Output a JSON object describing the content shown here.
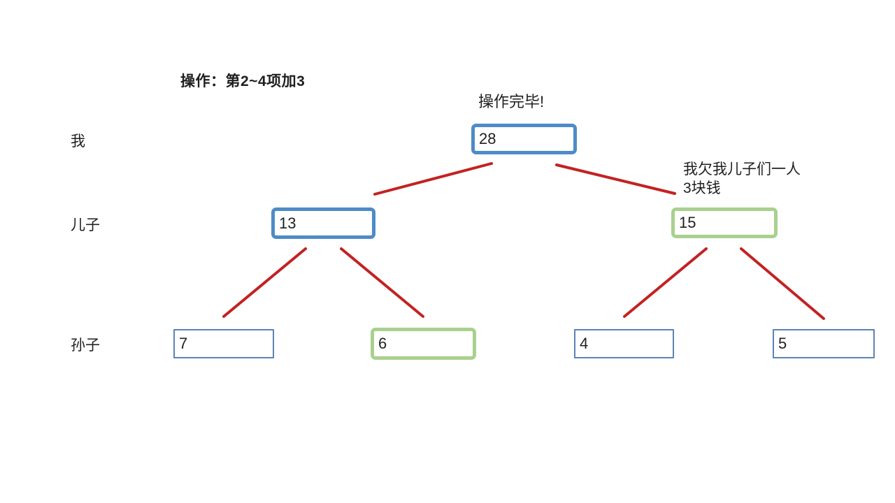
{
  "slide": {
    "title": "操作：第2~4项加3",
    "status_note": "操作完毕!",
    "annotation": "我欠我儿子们一人3块钱"
  },
  "row_labels": {
    "level1": "我",
    "level2": "儿子",
    "level3": "孙子"
  },
  "tree": {
    "root": {
      "value": "28",
      "state": "updated"
    },
    "son_left": {
      "value": "13",
      "state": "updated"
    },
    "son_right": {
      "value": "15",
      "state": "lazy"
    },
    "grandson_1": {
      "value": "7",
      "state": "plain"
    },
    "grandson_2": {
      "value": "6",
      "state": "lazy"
    },
    "grandson_3": {
      "value": "4",
      "state": "plain"
    },
    "grandson_4": {
      "value": "5",
      "state": "plain"
    }
  },
  "colors": {
    "bg": "#ffffff",
    "text": "#1f1f1f",
    "updated": "#4E8BC8",
    "lazy": "#A9D18E",
    "plain": "#5B84B1",
    "connector": "#C32222"
  }
}
